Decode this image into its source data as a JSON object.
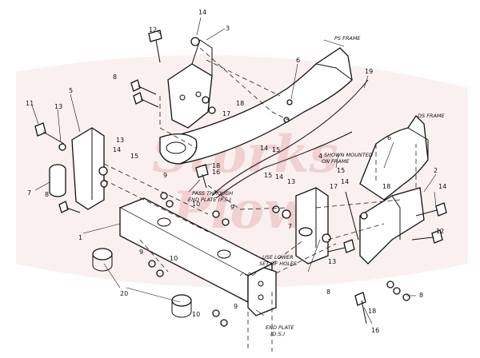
{
  "watermark": {
    "line1": "Storks",
    "line2": "Plow"
  },
  "callouts": [
    "1",
    "2",
    "3",
    "4",
    "5",
    "6",
    "7",
    "8",
    "9",
    "10",
    "11",
    "12",
    "13",
    "14",
    "15",
    "16",
    "17",
    "18",
    "19",
    "20"
  ],
  "notes": {
    "ps_frame": "PS FRAME",
    "ds_frame": "DS FRAME",
    "shown_mounted_1": "SHOWN MOUNTED",
    "shown_mounted_2": "ON FRAME",
    "pass_through_1": "PASS THROUGH",
    "pass_through_2": "END PLATE (P.S.)",
    "use_lower_1": "USE LOWER",
    "use_lower_2": "SET OF HOLES",
    "end_plate_1": "END PLATE",
    "end_plate_2": "(D.S.)"
  },
  "colors": {
    "line": "#111111",
    "watermark": "#e9b7b7",
    "background": "#ffffff"
  }
}
